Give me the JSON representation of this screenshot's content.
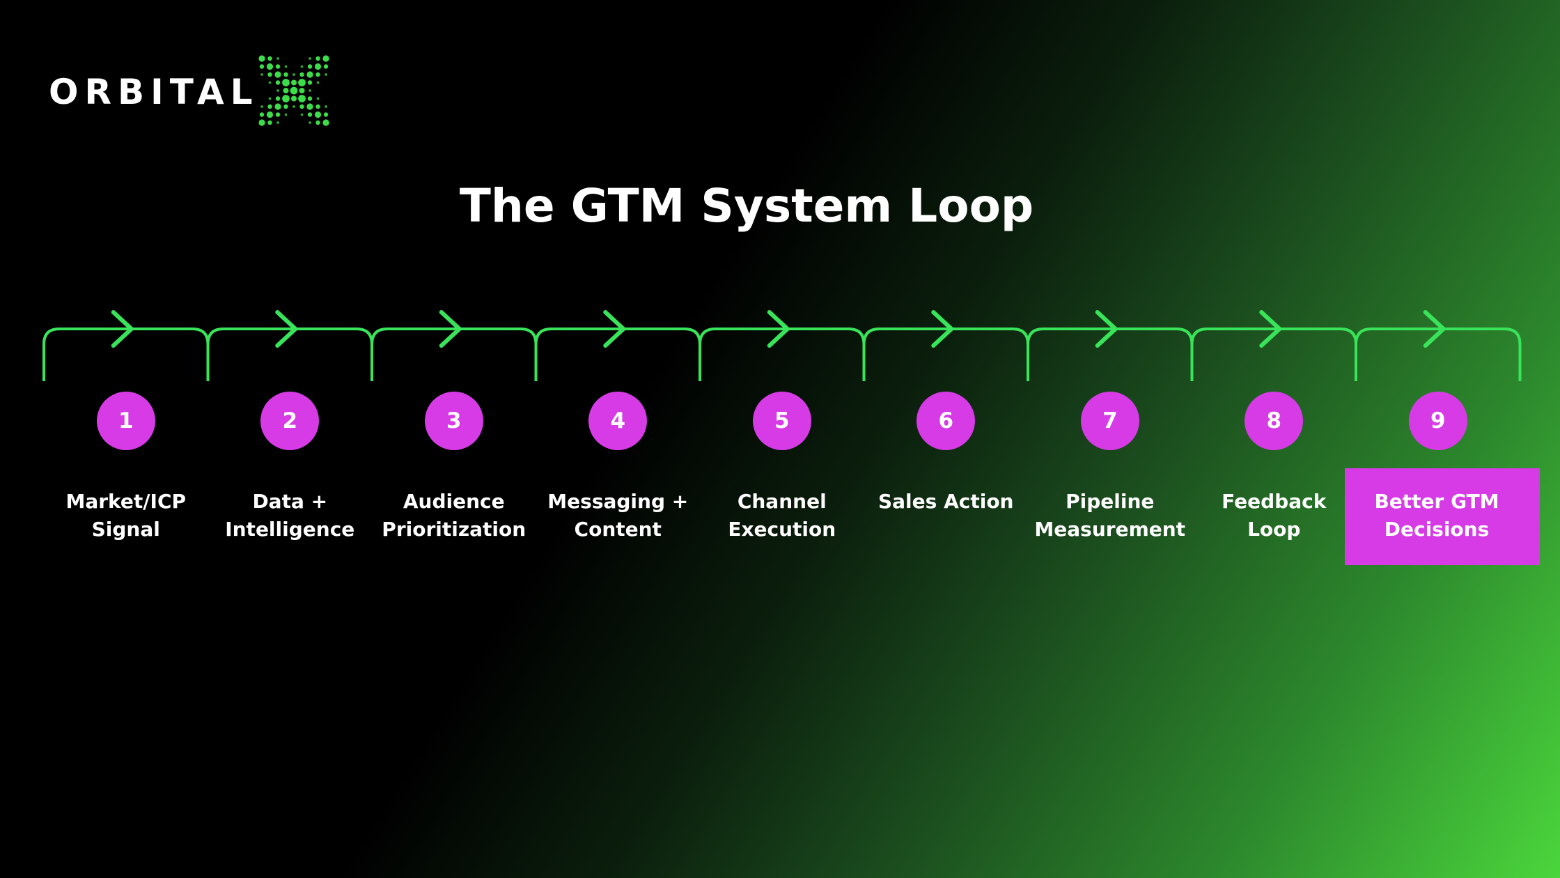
{
  "logo": {
    "wordmark": "ORBITAL",
    "mark_icon": "green-dotted-x-icon",
    "mark_color": "#3ddc4a"
  },
  "title": "The GTM System Loop",
  "colors": {
    "connector": "#39e45a",
    "accent": "#d63be6",
    "text": "#ffffff",
    "background_start": "#000000",
    "background_end": "#4bd63c"
  },
  "steps": [
    {
      "number": "1",
      "label": "Market/ICP\nSignal"
    },
    {
      "number": "2",
      "label": "Data +\nIntelligence"
    },
    {
      "number": "3",
      "label": "Audience\nPrioritization"
    },
    {
      "number": "4",
      "label": "Messaging +\nContent"
    },
    {
      "number": "5",
      "label": "Channel\nExecution"
    },
    {
      "number": "6",
      "label": "Sales Action"
    },
    {
      "number": "7",
      "label": "Pipeline\nMeasurement"
    },
    {
      "number": "8",
      "label": "Feedback\nLoop"
    },
    {
      "number": "9",
      "label": "Better GTM\nDecisions",
      "highlighted": true
    }
  ]
}
